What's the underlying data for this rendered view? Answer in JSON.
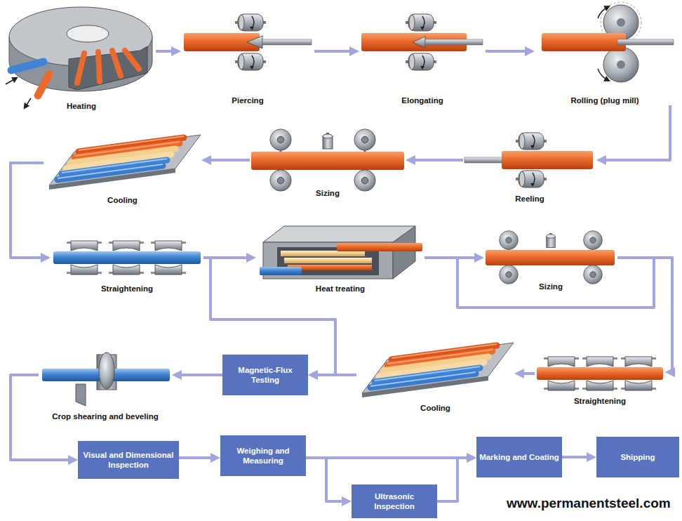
{
  "diagram": {
    "nodes": [
      {
        "text": [
          "Heating"
        ]
      },
      {
        "text": [
          "Piercing"
        ]
      },
      {
        "text": [
          "Elongating"
        ]
      },
      {
        "text": [
          "Rolling (plug mill)"
        ]
      },
      {
        "text": [
          "Reeling"
        ]
      },
      {
        "text": [
          "Sizing"
        ]
      },
      {
        "text": [
          "Cooling"
        ]
      },
      {
        "text": [
          "Straightening"
        ]
      },
      {
        "text": [
          "Heat treating"
        ]
      },
      {
        "text": [
          "Sizing"
        ]
      },
      {
        "text": [
          "Crop shearing and beveling"
        ]
      },
      {
        "text": [
          "Magnetic-Flux Testing"
        ]
      },
      {
        "text": [
          "Cooling"
        ]
      },
      {
        "text": [
          "Straightening"
        ]
      },
      {
        "text": [
          "Visual and Dimensional Inspection"
        ]
      },
      {
        "text": [
          "Weighing and Measuring"
        ]
      },
      {
        "text": [
          "Marking and Coating"
        ]
      },
      {
        "text": [
          "Shipping"
        ]
      },
      {
        "text": [
          "Ultrasonic Inspection"
        ]
      }
    ],
    "edges": [
      {
        "from": 0,
        "to": 1,
        "arrow": "to"
      },
      {
        "from": 1,
        "to": 2,
        "arrow": "to"
      },
      {
        "from": 2,
        "to": 3,
        "arrow": "to"
      },
      {
        "from": 3,
        "to": 4,
        "arrow": "to"
      },
      {
        "from": 4,
        "to": 5,
        "arrow": "to"
      },
      {
        "from": 5,
        "to": 6,
        "arrow": "to"
      },
      {
        "from": 6,
        "to": 7,
        "arrow": "to"
      },
      {
        "from": 7,
        "to": 8,
        "arrow": "to"
      },
      {
        "from": 7,
        "to": 11,
        "arrow": "to"
      },
      {
        "from": 8,
        "to": 9,
        "arrow": "to"
      },
      {
        "from": 8,
        "to": 13,
        "arrow": "to"
      },
      {
        "from": 9,
        "to": 13,
        "arrow": "to"
      },
      {
        "from": 13,
        "to": 12,
        "arrow": "to"
      },
      {
        "from": 12,
        "to": 11,
        "arrow": "to"
      },
      {
        "from": 11,
        "to": 10,
        "arrow": "to"
      },
      {
        "from": 10,
        "to": 14,
        "arrow": "to"
      },
      {
        "from": 14,
        "to": 15,
        "arrow": "to"
      },
      {
        "from": 15,
        "to": 16,
        "arrow": "to"
      },
      {
        "from": 15,
        "to": 18,
        "arrow": "to"
      },
      {
        "from": 18,
        "to": 16,
        "arrow": "to"
      },
      {
        "from": 16,
        "to": 17,
        "arrow": "to"
      }
    ],
    "labels": [
      "www.permanentsteel.com"
    ]
  }
}
